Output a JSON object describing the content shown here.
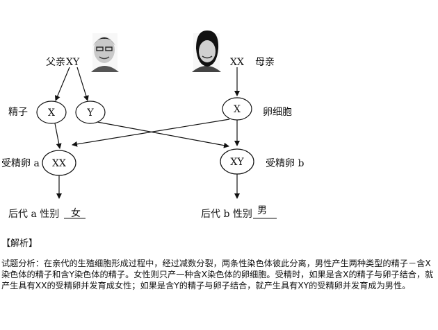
{
  "diagram": {
    "father": {
      "label": "父亲",
      "genotype": "XY"
    },
    "mother": {
      "label": "母亲",
      "genotype": "XX"
    },
    "sperm": {
      "label": "精子",
      "x": "X",
      "y": "Y"
    },
    "egg": {
      "label": "卵细胞",
      "x": "X"
    },
    "zygote_a": {
      "label": "受精卵 a",
      "genotype": "XX"
    },
    "zygote_b": {
      "label": "受精卵 b",
      "genotype": "XY"
    },
    "offspring_a": {
      "label": "后代 a 性别",
      "answer": "女"
    },
    "offspring_b": {
      "label": "后代 b 性别",
      "answer": "男"
    }
  },
  "analysis": {
    "title": "【解析】",
    "text": "试题分析：在亲代的生殖细胞形成过程中，经过减数分裂，两条性染色体彼此分离，男性产生两种类型的精子－含X染色体的精子和含Y染色体的精子。女性则只产一种含X染色体的卵细胞。受精时，如果是含X的精子与卵子结合，就产生具有XX的受精卵并发育成女性；如果是含Y的精子与卵子结合，就产生具有XY的受精卵并发育成为男性。"
  }
}
